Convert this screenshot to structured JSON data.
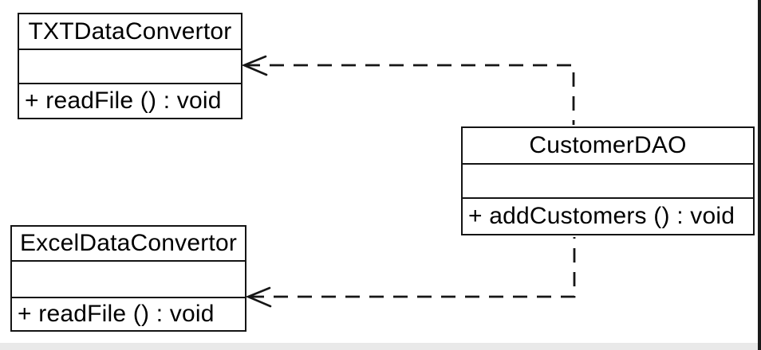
{
  "diagram": {
    "type": "uml-class-diagram",
    "classes": [
      {
        "name": "TXTDataConvertor",
        "attributes": [],
        "methods": [
          "+ readFile () : void"
        ]
      },
      {
        "name": "CustomerDAO",
        "attributes": [],
        "methods": [
          "+ addCustomers () : void"
        ]
      },
      {
        "name": "ExcelDataConvertor",
        "attributes": [],
        "methods": [
          "+ readFile () : void"
        ]
      }
    ],
    "relations": [
      {
        "type": "dependency",
        "from": "CustomerDAO",
        "to": "TXTDataConvertor",
        "line_style": "dashed",
        "arrowhead": "open"
      },
      {
        "type": "dependency",
        "from": "CustomerDAO",
        "to": "ExcelDataConvertor",
        "line_style": "dashed",
        "arrowhead": "open"
      }
    ],
    "colors": {
      "line": "#161616",
      "text": "#000000",
      "box_background": "#ffffff",
      "canvas_background": "#ffffff",
      "bottom_strip": "#e9e9e9",
      "right_border": "#1a1a1a"
    }
  }
}
